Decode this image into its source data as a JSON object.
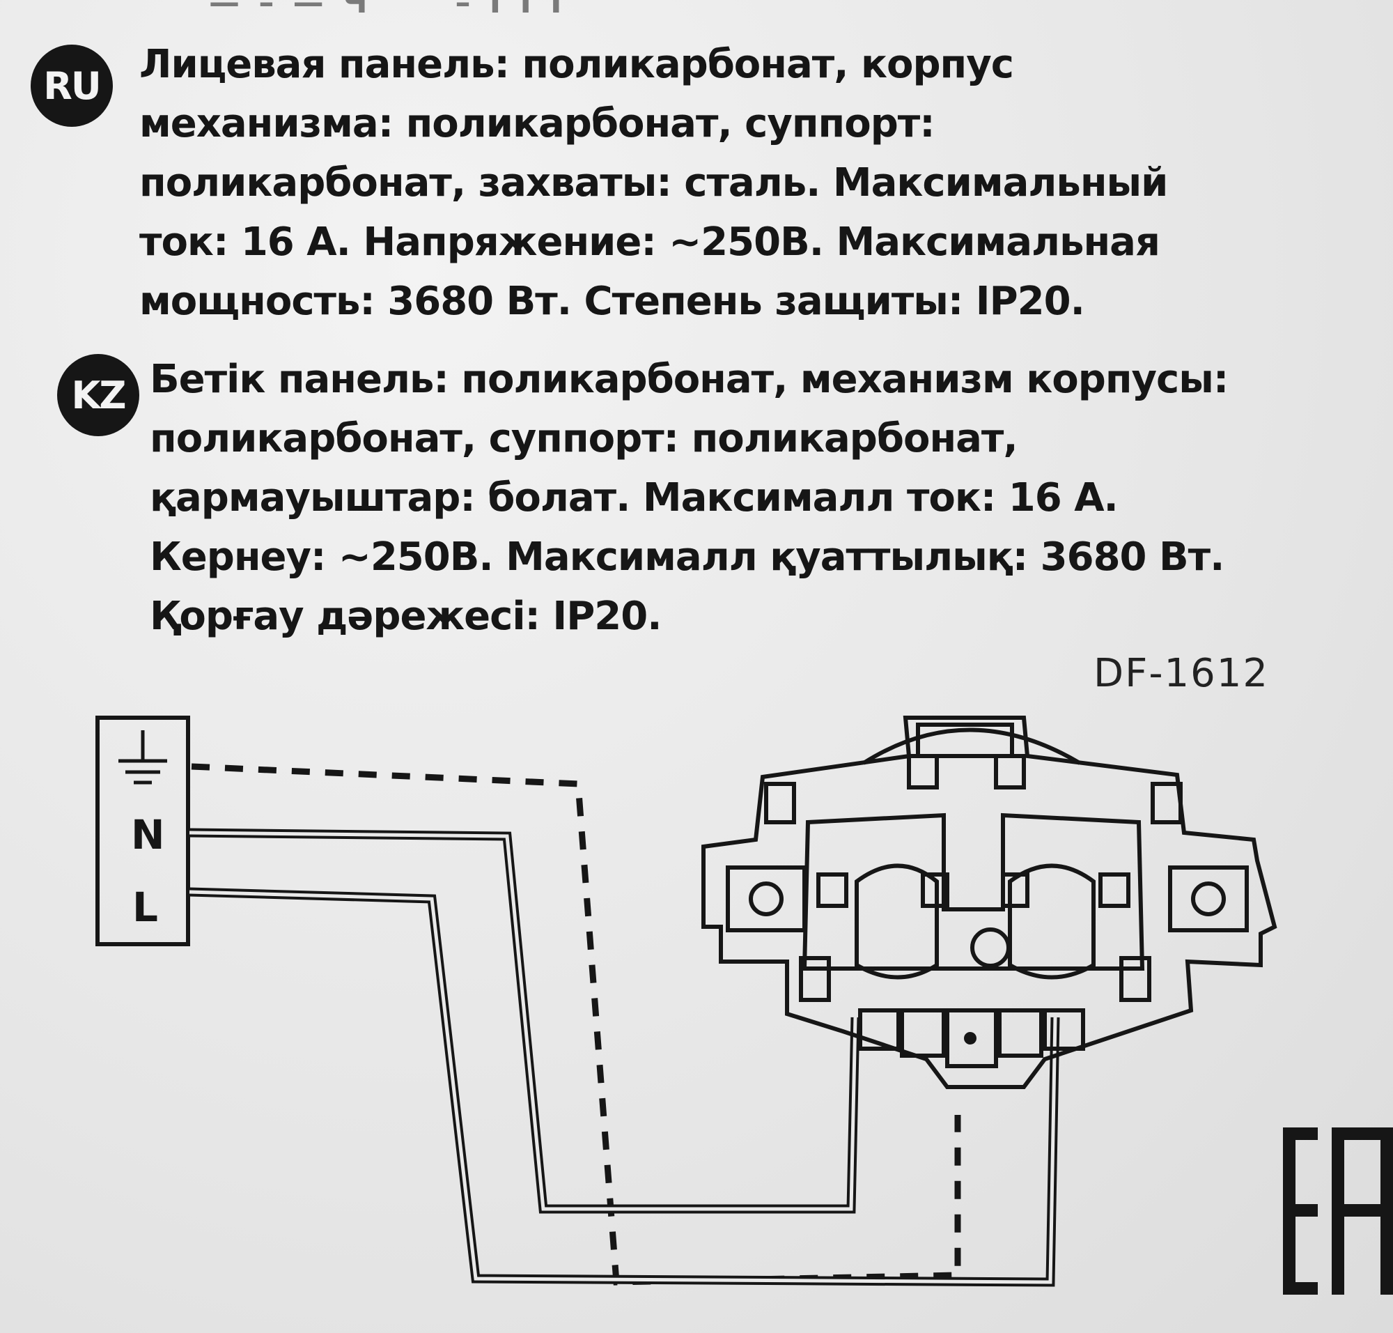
{
  "header_fragment": "— –  —  Ч    _ _  –  I I I",
  "ru": {
    "badge": "RU",
    "lines": [
      "Лицевая панель: поликарбонат, корпус",
      "механизма: поликарбонат, суппорт:",
      "поликарбонат, захваты: сталь. Максимальный",
      "ток: 16 А. Напряжение: ~250В. Максимальная",
      "мощность: 3680 Вт. Степень защиты: IP20."
    ]
  },
  "kz": {
    "badge": "KZ",
    "lines": [
      "Бетік панель: поликарбонат, механизм корпусы:",
      "поликарбонат, суппорт: поликарбонат,",
      "қармауыштар: болат. Максималл ток: 16 А.",
      "Кернеу: ~250В. Максималл қуаттылық: 3680 Вт.",
      "Қорғау дәрежесі: IP20."
    ]
  },
  "model_code": "DF-1612",
  "terminals": {
    "neutral": "N",
    "live": "L",
    "ground_icon": "ground-icon"
  },
  "certification_mark": "eac-mark",
  "colors": {
    "ink": "#161616",
    "paper": "#e9e9e9"
  }
}
